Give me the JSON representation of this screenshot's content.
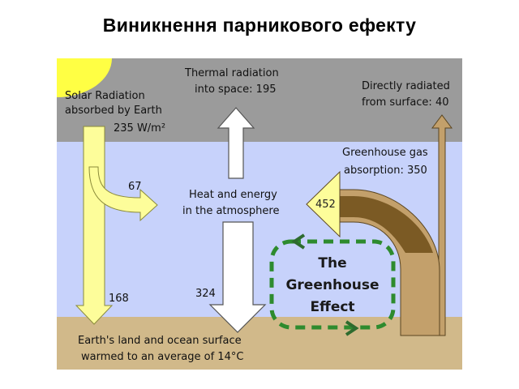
{
  "title": "Виникнення парникового ефекту",
  "diagram": {
    "solar_line1": "Solar Radiation",
    "solar_line2": "absorbed by Earth",
    "solar_value": "235 W/m²",
    "thermal_line1": "Thermal radiation",
    "thermal_line2": "into space: 195",
    "direct_line1": "Directly radiated",
    "direct_line2": "from surface: 40",
    "ghg_line1": "Greenhouse gas",
    "ghg_line2": "absorption: 350",
    "value_67": "67",
    "value_168": "168",
    "value_324": "324",
    "value_452": "452",
    "heat_line1": "Heat and energy",
    "heat_line2": "in the atmosphere",
    "greenhouse_line1": "The",
    "greenhouse_line2": "Greenhouse",
    "greenhouse_line3": "Effect",
    "surface_line1": "Earth's land and ocean surface",
    "surface_line2": "warmed to an average of 14°C"
  },
  "colors": {
    "space": "#9b9b9b",
    "atmosphere": "#c7d2fb",
    "ground": "#d1b98a",
    "sun": "#ffff44",
    "solar_arrow": "#fdfd9a",
    "brown": "#7b5a24",
    "tan": "#c3a06b",
    "green_dash": "#2e8b2e"
  }
}
